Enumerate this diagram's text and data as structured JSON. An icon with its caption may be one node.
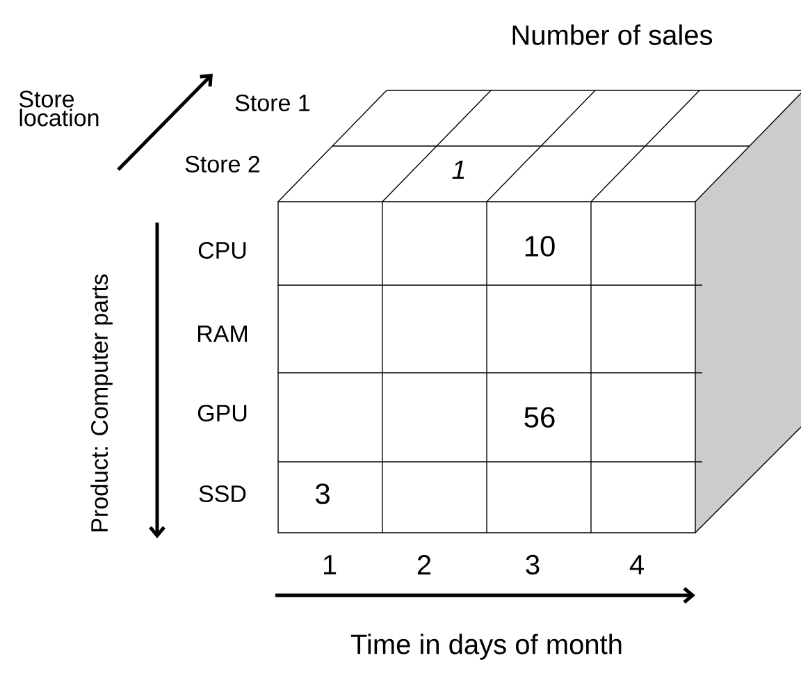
{
  "diagram": {
    "title": "Number of sales",
    "labels": [
      "Store location",
      "Store 1",
      "Store 2",
      "1",
      "Product: Computer parts",
      "CPU",
      "10",
      "RAM",
      "GPU",
      "56",
      "SSD",
      "3",
      "1",
      "2",
      "3",
      "4",
      "Time in days of month"
    ]
  }
}
